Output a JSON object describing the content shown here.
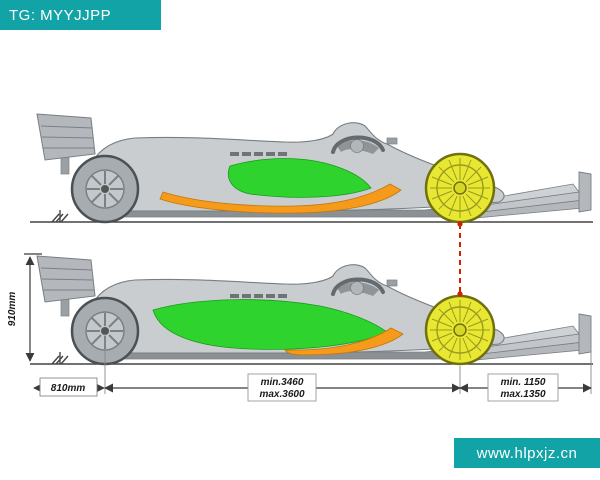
{
  "watermarks": {
    "top_badge": "TG: MYYJJPP",
    "bottom_badge": "www.hlpxjz.cn"
  },
  "dimensions": {
    "height": "910mm",
    "rear_overhang": "810mm",
    "wheelbase_line1": "min.3460",
    "wheelbase_line2": "max.3600",
    "front_section_line1": "min. 1150",
    "front_section_line2": "max.1350"
  },
  "diagram_description": {
    "subject": "Formula 1 car side-view regulation dimension diagram, two stacked car profiles",
    "highlight_zones": "green and orange sidepod/floor bodywork zones, yellow front wheel"
  },
  "colors": {
    "teal": "#12a3a6",
    "body-gray": "#c9cdd0",
    "outline-gray": "#787e82",
    "dark-gray": "#8e9498",
    "floor-gray": "#8a9094",
    "highlight-green": "#2ed32e",
    "highlight-orange": "#f59a1a",
    "wheel-yellow": "#e8e832",
    "dimension-red": "#cc2200",
    "line-dark": "#3a3a3a"
  }
}
